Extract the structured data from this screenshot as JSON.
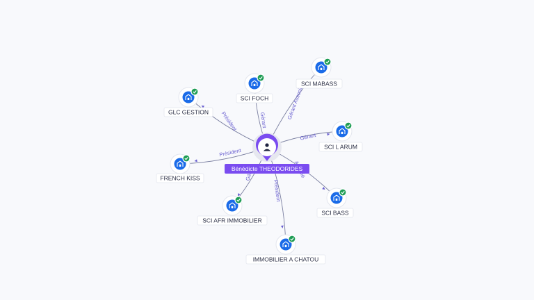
{
  "person": {
    "name": "Bénédicte THEODORIDES",
    "icon": "person-icon",
    "color": "#7a4cf0"
  },
  "companies": [
    {
      "id": "sci-foch",
      "name": "SCI FOCH",
      "role": "Gérant",
      "icon": "building-icon",
      "status": "active-check"
    },
    {
      "id": "sci-mabass",
      "name": "SCI MABASS",
      "role": "Gérant Associé",
      "icon": "building-icon",
      "status": "active-check"
    },
    {
      "id": "glc-gestion",
      "name": "GLC GESTION",
      "role": "Président",
      "icon": "building-icon",
      "status": "active-check"
    },
    {
      "id": "sci-l-arum",
      "name": "SCI L ARUM",
      "role": "Gérant",
      "icon": "building-icon",
      "status": "active-check"
    },
    {
      "id": "french-kiss",
      "name": "FRENCH KISS",
      "role": "Président",
      "icon": "building-icon",
      "status": "active-check"
    },
    {
      "id": "sci-bass",
      "name": "SCI BASS",
      "role": "Associé",
      "icon": "building-icon",
      "status": "active-check"
    },
    {
      "id": "sci-afr-immobilier",
      "name": "SCI AFR IMMOBILIER",
      "role": "Gérant",
      "icon": "building-icon",
      "status": "active-check"
    },
    {
      "id": "immobilier-a-chatou",
      "name": "IMMOBILIER A CHATOU",
      "role": "Président",
      "icon": "building-icon",
      "status": "active-check"
    }
  ],
  "colors": {
    "company_node": "#1a6be8",
    "check_badge": "#1f9d55",
    "role_text": "#6a60d0",
    "edge": "#7a7fa0"
  }
}
